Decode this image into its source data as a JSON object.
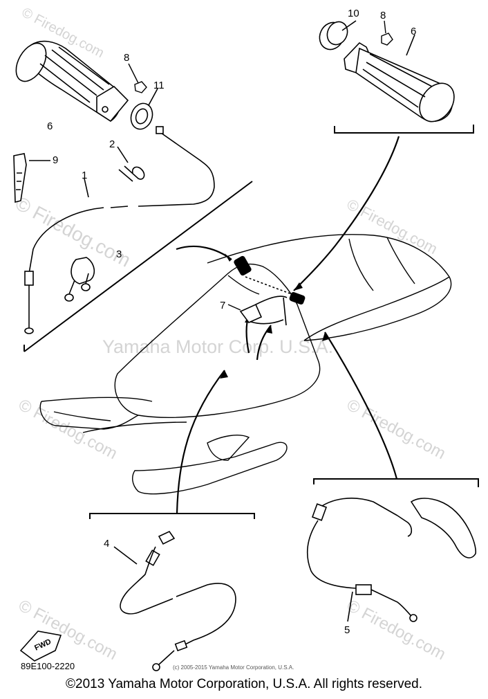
{
  "callouts": {
    "c1": "1",
    "c2": "2",
    "c3": "3",
    "c4": "4",
    "c5": "5",
    "c6a": "6",
    "c6b": "6",
    "c7": "7",
    "c8a": "8",
    "c8b": "8",
    "c9": "9",
    "c10": "10",
    "c11": "11"
  },
  "watermarks": {
    "w1": "© Firedog.com",
    "w2": "© Firedog.com",
    "w3": "© Firedog.com",
    "w4": "© Firedog.com",
    "w5": "© Firedog.com",
    "w6": "© Firedog.com",
    "w7": "© Firedog.com",
    "center": "Yamaha Motor Corp. U.S.A."
  },
  "fwd_label": "FWD",
  "part_number": "89E100-2220",
  "small_copyright": "(c) 2005-2015 Yamaha Motor Corporation, U.S.A.",
  "copyright": "©2013 Yamaha Motor Corporation, U.S.A. All rights reserved."
}
